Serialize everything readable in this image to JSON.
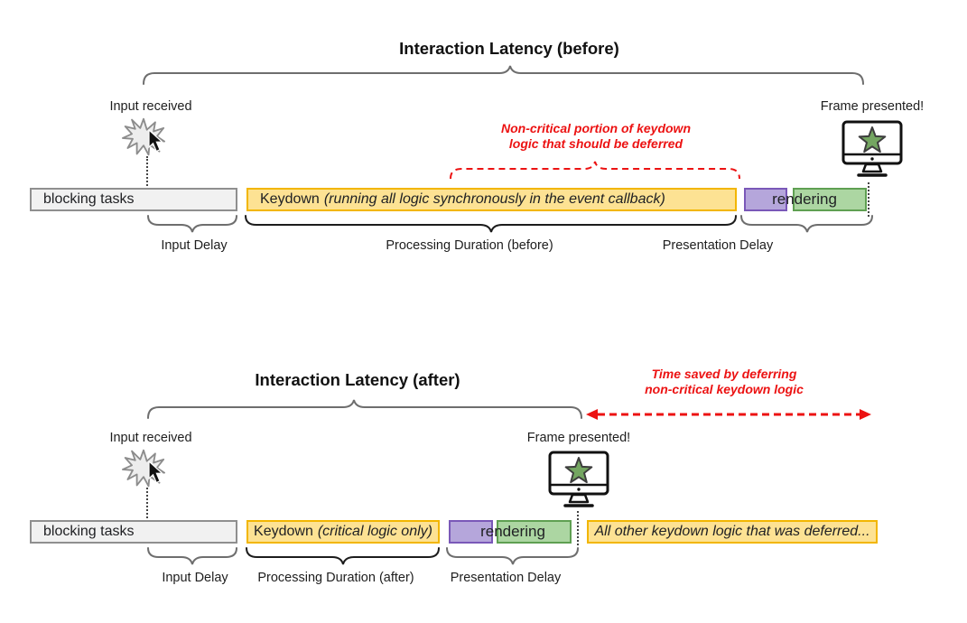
{
  "colors": {
    "bar_yellow_fill": "#FDE293",
    "bar_yellow_border": "#F2B600",
    "bar_gray_fill": "#F1F1F1",
    "bar_gray_border": "#8F8F8F",
    "bar_purple_fill": "#B5A6DB",
    "bar_purple_border": "#7A58B8",
    "bar_green_fill": "#ACD6A2",
    "bar_green_border": "#5FA052",
    "annotation_red": "#EC1212",
    "brace_gray": "#6E6E6E",
    "brace_black": "#1C1C1C",
    "star_green": "#74A661"
  },
  "icons": {
    "input": "click-burst-icon",
    "pointer": "mouse-cursor-icon",
    "frame": "monitor-with-star-icon"
  },
  "before": {
    "title": "Interaction Latency (before)",
    "input_received_label": "Input received",
    "frame_presented_label": "Frame presented!",
    "annotation_line1": "Non-critical portion of keydown",
    "annotation_line2": "logic that should be deferred",
    "blocking_bar_label": "blocking tasks",
    "keydown_bar_label": "Keydown",
    "keydown_bar_detail": "(running all logic synchronously in the event callback)",
    "rendering_label": "rendering",
    "input_delay_label": "Input Delay",
    "processing_label": "Processing Duration (before)",
    "presentation_label": "Presentation Delay"
  },
  "after": {
    "title": "Interaction Latency (after)",
    "input_received_label": "Input received",
    "frame_presented_label": "Frame presented!",
    "annotation_line1": "Time saved by deferring",
    "annotation_line2": "non-critical keydown logic",
    "blocking_bar_label": "blocking tasks",
    "keydown_bar_label": "Keydown",
    "keydown_bar_detail": "(critical logic only)",
    "rendering_label": "rendering",
    "deferred_bar_label": "All other keydown logic that was deferred...",
    "input_delay_label": "Input Delay",
    "processing_label": "Processing Duration (after)",
    "presentation_label": "Presentation Delay"
  }
}
